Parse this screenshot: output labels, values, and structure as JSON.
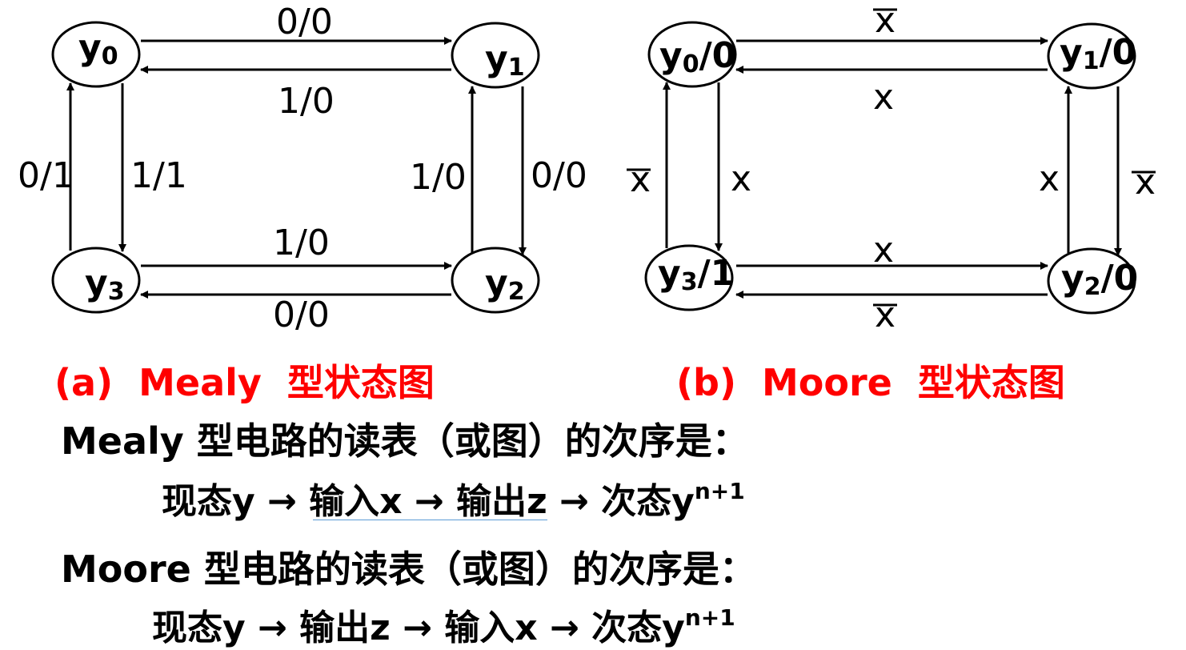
{
  "mealy": {
    "caption": "(a)  Mealy  型状态图",
    "states": [
      {
        "id": "y0",
        "base": "y",
        "sub": "0"
      },
      {
        "id": "y1",
        "base": "y",
        "sub": "1"
      },
      {
        "id": "y2",
        "base": "y",
        "sub": "2"
      },
      {
        "id": "y3",
        "base": "y",
        "sub": "3"
      }
    ],
    "transitions": {
      "y0_y1": "0/0",
      "y1_y0": "1/0",
      "y1_y2": "0/0",
      "y2_y1": "1/0",
      "y3_y2": "1/0",
      "y2_y3": "0/0",
      "y0_y3": "1/1",
      "y3_y0": "0/1"
    }
  },
  "moore": {
    "caption": "(b)  Moore  型状态图",
    "states": [
      {
        "id": "y0",
        "base": "y",
        "sub": "0",
        "out": "/0"
      },
      {
        "id": "y1",
        "base": "y",
        "sub": "1",
        "out": "/0"
      },
      {
        "id": "y2",
        "base": "y",
        "sub": "2",
        "out": "/0"
      },
      {
        "id": "y3",
        "base": "y",
        "sub": "3",
        "out": "/1"
      }
    ],
    "transitions": {
      "y0_y1": "x̄",
      "y1_y0": "x",
      "y1_y2": "x̄",
      "y2_y1": "x",
      "y3_y2": "x",
      "y2_y3": "x̄",
      "y0_y3": "x",
      "y3_y0": "x̄"
    },
    "x_letter": "x"
  },
  "text": {
    "mealy_heading": "Mealy 型电路的读表（或图）的次序是：",
    "mealy_sequence": "现态y → 输入x → 输出z → 次态y",
    "mealy_sequence_sup": "n+1",
    "moore_heading": "Moore 型电路的读表（或图）的次序是：",
    "moore_sequence": "现态y → 输出z → 输入x → 次态y",
    "moore_sequence_sup": "n+1"
  },
  "colors": {
    "caption": "#ff0000",
    "underline": "#5b9bd5",
    "ink": "#000000"
  }
}
